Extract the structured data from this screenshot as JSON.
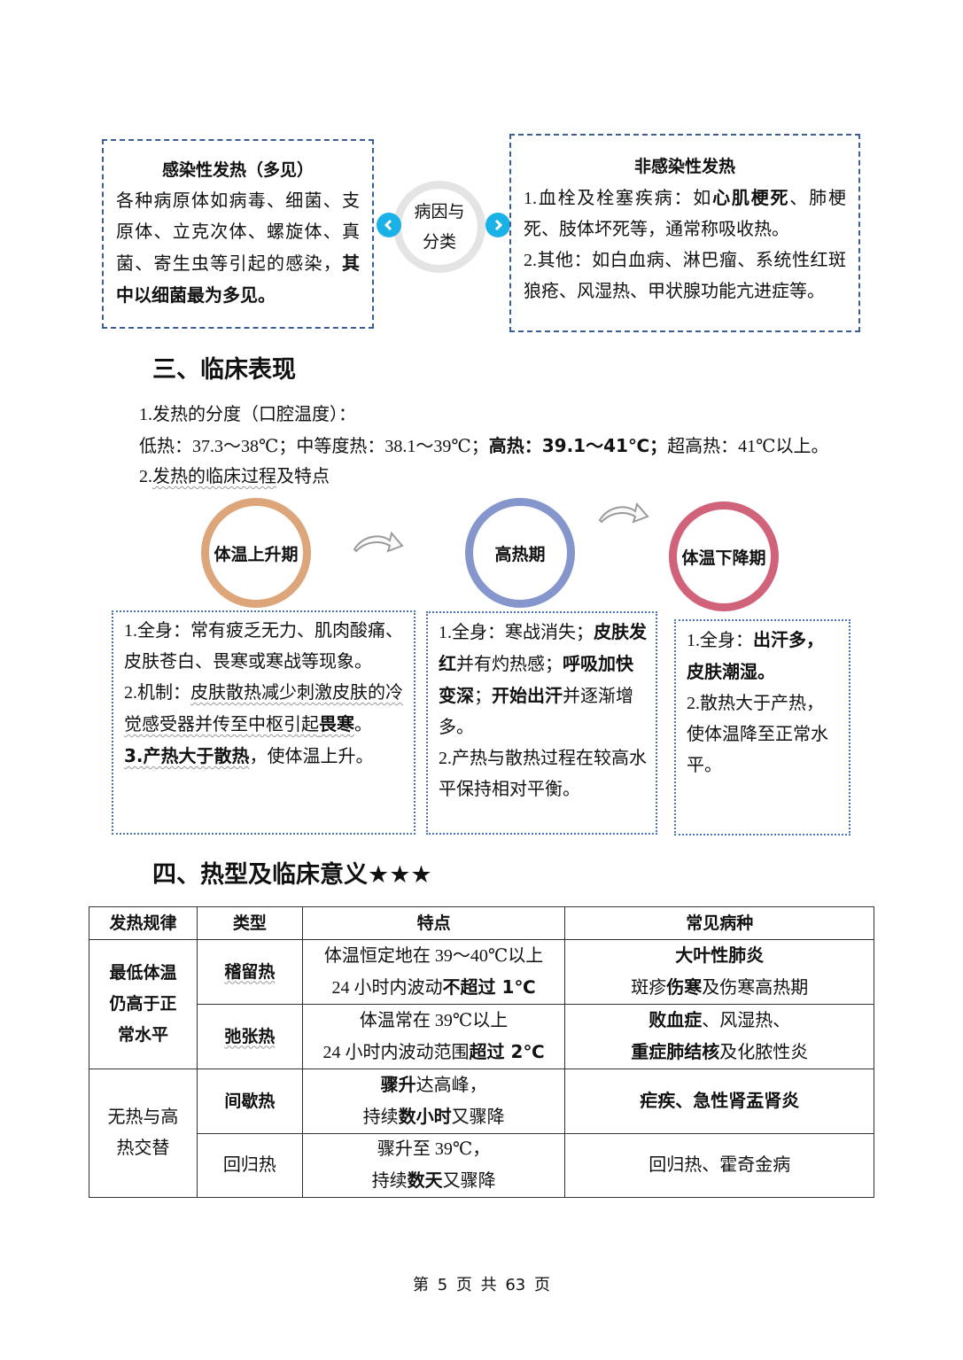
{
  "causes": {
    "hub_line1": "病因与",
    "hub_line2": "分类",
    "left_arrow_icon": "‹",
    "right_arrow_icon": "›",
    "infectious": {
      "title": "感染性发热（多见）",
      "body": "各种病原体如病毒、细菌、支原体、立克次体、螺旋体、真菌、寄生虫等引起的感染，",
      "body_bold": "其中以细菌最为多见。"
    },
    "non_infectious": {
      "title": "非感染性发热",
      "item1_prefix": "1.血栓及栓塞疾病：如",
      "item1_bold": "心肌梗死",
      "item1_suffix": "、肺梗死、肢体坏死等，通常称吸收热。",
      "item2": "2.其他：如白血病、淋巴瘤、系统性红斑狼疮、风湿热、甲状腺功能亢进症等。"
    }
  },
  "section3": {
    "heading": "三、临床表现",
    "grading_title": "1.发热的分度（口腔温度）：",
    "grading_low": "低热：37.3～38℃；中等度热：38.1～39℃；",
    "grading_high_bold": "高热：39.1～41℃；",
    "grading_ultra": "超高热：41℃以上。",
    "process_prefix": "2.",
    "process_underlined": "发热的临床过程",
    "process_suffix": "及特点",
    "stages": [
      {
        "name": "体温上升期",
        "color": "#dca57a",
        "l1": "1.全身：常有疲乏无力、肌肉酸痛、皮肤苍白、畏寒或寒战等现象。",
        "l2_prefix": "2.机制：",
        "l2_wavy": "皮肤散热减少刺激皮肤的冷觉感受器并传至中枢引起",
        "l2_bold": "畏寒",
        "l2_suffix": "。",
        "l3_bold": "3.产热大于散热",
        "l3_suffix": "，使体温上升。"
      },
      {
        "name": "高热期",
        "color": "#8596cc",
        "a": "1.全身：寒战消失；",
        "b": "皮肤发红",
        "c": "并有灼热感；",
        "d": "呼吸加快变深",
        "e": "；",
        "f": "开始出汗",
        "g": "并逐渐增多。",
        "l2": "2.产热与散热过程在较高水平保持相对平衡。"
      },
      {
        "name": "体温下降期",
        "color": "#d0627a",
        "a": "1.全身：",
        "b": "出汗多，皮肤潮湿。",
        "l2": "2.散热大于产热，使体温降至正常水平。"
      }
    ]
  },
  "section4": {
    "heading": "四、热型及临床意义★★★",
    "table": {
      "headers": [
        "发热规律",
        "类型",
        "特点",
        "常见病种"
      ],
      "group1": "最低体温仍高于正常水平",
      "group2": "无热与高热交替",
      "rows": [
        {
          "type": "稽留热",
          "f1": "体温恒定地在 39～40℃以上",
          "f2_pre": "24 小时内波动",
          "f2_bold": "不超过 1℃",
          "d1_bold": "大叶性肺炎",
          "d2_pre": "斑疹",
          "d2_bold": "伤寒",
          "d2_suf": "及伤寒高热期"
        },
        {
          "type": "弛张热",
          "f1": "体温常在 39℃以上",
          "f2_pre": "24 小时内波动范围",
          "f2_bold": "超过 2℃",
          "d1_bold": "败血症",
          "d1_suf": "、风湿热、",
          "d2_bold": "重症肺结核",
          "d2_suf": "及化脓性炎"
        },
        {
          "type": "间歇热",
          "f1_bold": "骤升",
          "f1_suf": "达高峰，",
          "f2_pre": "持续",
          "f2_bold": "数小时",
          "f2_suf": "又骤降",
          "d_bold": "疟疾、急性肾盂肾炎"
        },
        {
          "type": "回归热",
          "f1": "骤升至 39℃，",
          "f2_pre": "持续",
          "f2_bold": "数天",
          "f2_suf": "又骤降",
          "d": "回归热、霍奇金病"
        }
      ]
    }
  },
  "footer": {
    "page_text": "第 5 页 共 63 页"
  }
}
